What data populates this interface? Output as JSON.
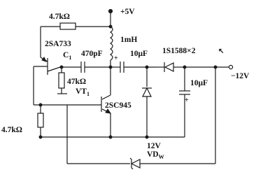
{
  "labels": {
    "supply": "+5V",
    "output": "−12V",
    "r_top": "4.7kΩ",
    "r_bottom": "4.7kΩ",
    "r_emitter": "47kΩ",
    "inductor": "1mH",
    "cap_c1": "470pF",
    "cap_c1_name": "C",
    "cap_c1_sub": "1",
    "cap_coupling": "10μF",
    "cap_output": "10μF",
    "q1": "2SA733",
    "q2": "2SC945",
    "vt": "VT",
    "vt_sub": "1",
    "diodes": "1S1588×2",
    "zener_voltage": "12V",
    "zener_name": "VD",
    "zener_sub": "W",
    "arrow_mark": "↖"
  }
}
